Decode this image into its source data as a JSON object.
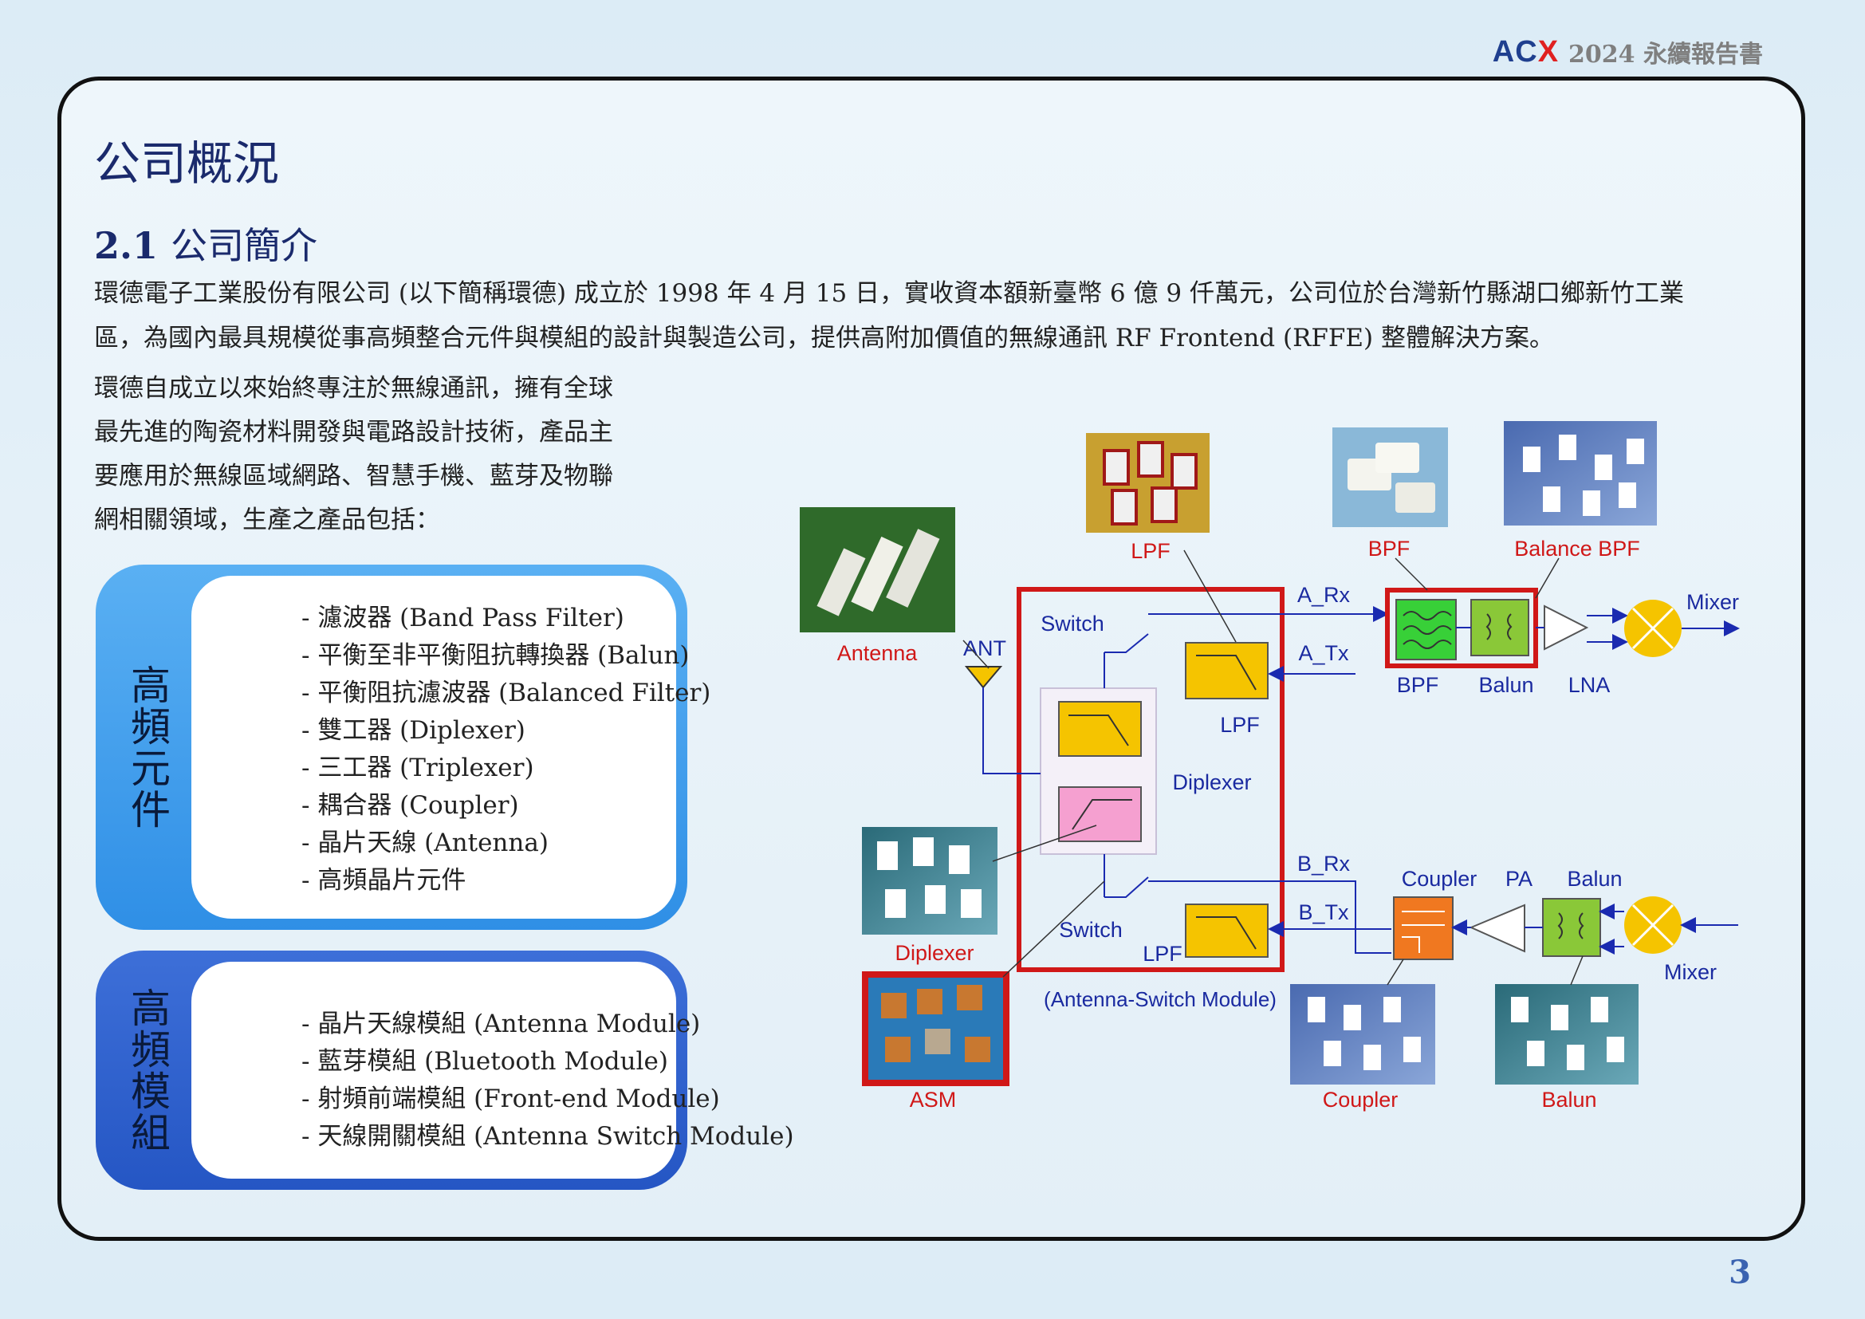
{
  "header": {
    "logo": "ACX",
    "report_title": "2024 永續報告書"
  },
  "page_title": "公司概況",
  "section": {
    "number": "2.1",
    "title": "公司簡介"
  },
  "intro_lines": [
    "環德電子工業股份有限公司 (以下簡稱環德) 成立於 1998 年 4 月 15 日，實收資本額新臺幣 6 億 9 仟萬元，公司位於台灣新竹縣湖口鄉新竹工業",
    "區，為國內最具規模從事高頻整合元件與模組的設計與製造公司，提供高附加價值的無線通訊 RF Frontend (RFFE) 整體解決方案。"
  ],
  "left_para_lines": [
    "環德自成立以來始終專注於無線通訊，擁有全球",
    "最先進的陶瓷材料開發與電路設計技術，產品主",
    "要應用於無線區域網路、智慧手機、藍芽及物聯",
    "網相關領域，生產之產品包括："
  ],
  "components_box": {
    "label": "高頻元件",
    "items": [
      "- 濾波器 (Band Pass Filter)",
      "- 平衡至非平衡阻抗轉換器 (Balun)",
      "- 平衡阻抗濾波器 (Balanced Filter)",
      "- 雙工器 (Diplexer)",
      "- 三工器 (Triplexer)",
      "- 耦合器 (Coupler)",
      "- 晶片天線 (Antenna)",
      "- 高頻晶片元件"
    ]
  },
  "modules_box": {
    "label": "高頻模組",
    "items": [
      "- 晶片天線模組 (Antenna Module)",
      "- 藍芽模組 (Bluetooth Module)",
      "- 射頻前端模組 (Front-end Module)",
      "- 天線開關模組 (Antenna Switch Module)"
    ]
  },
  "diagram": {
    "photo_labels": {
      "antenna": "Antenna",
      "lpf": "LPF",
      "bpf": "BPF",
      "balance_bpf": "Balance BPF",
      "diplexer": "Diplexer",
      "asm": "ASM",
      "coupler": "Coupler",
      "balun": "Balun"
    },
    "block_labels": {
      "ant": "ANT",
      "switch_top": "Switch",
      "switch_bottom": "Switch",
      "lpf_top": "LPF",
      "lpf_bottom": "LPF",
      "diplexer": "Diplexer",
      "asm_caption": "(Antenna-Switch Module)",
      "a_rx": "A_Rx",
      "a_tx": "A_Tx",
      "b_rx": "B_Rx",
      "b_tx": "B_Tx",
      "bpf": "BPF",
      "balun_top": "Balun",
      "lna": "LNA",
      "mixer_top": "Mixer",
      "coupler": "Coupler",
      "pa": "PA",
      "balun_bottom": "Balun",
      "mixer_bottom": "Mixer"
    }
  },
  "page_number": "3",
  "colors": {
    "title": "#1a2a6c",
    "red_label": "#d01818",
    "blue_label": "#1a2aa0",
    "block_yellow": "#f5c400"
  }
}
